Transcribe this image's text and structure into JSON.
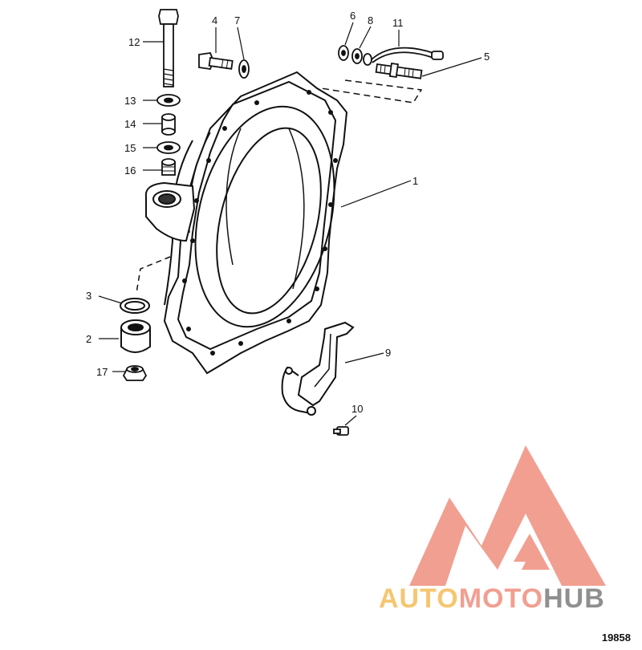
{
  "figure": {
    "number": "19858"
  },
  "callouts": [
    "1",
    "2",
    "3",
    "4",
    "5",
    "6",
    "7",
    "8",
    "9",
    "10",
    "11",
    "12",
    "13",
    "14",
    "15",
    "16",
    "17"
  ],
  "watermark": {
    "part1": "AUTO",
    "part2": "MOTO",
    "part3": "HUB",
    "colors": {
      "auto": "#f5c36a",
      "moto": "#f19a8c",
      "hub": "#8a8a8a",
      "logo": "#f19a8c"
    }
  }
}
